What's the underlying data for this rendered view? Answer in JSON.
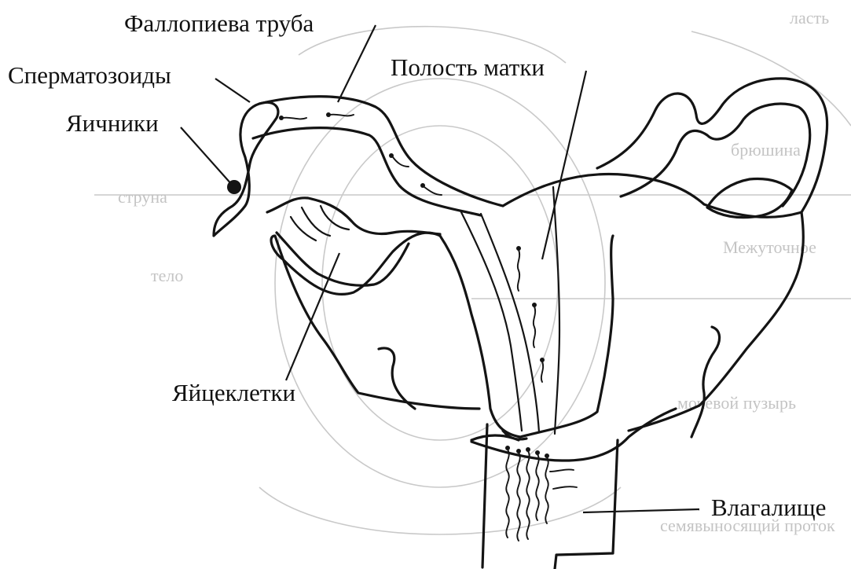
{
  "labels": {
    "fallopian_tube": "Фаллопиева труба",
    "sperm": "Сперматозоиды",
    "ovaries": "Яичники",
    "uterine_cavity": "Полость матки",
    "eggs": "Яйцеклетки",
    "vagina": "Влагалище"
  },
  "colors": {
    "ink": "#141414",
    "background": "#ffffff",
    "bleed_through": "#c9c9c9"
  }
}
